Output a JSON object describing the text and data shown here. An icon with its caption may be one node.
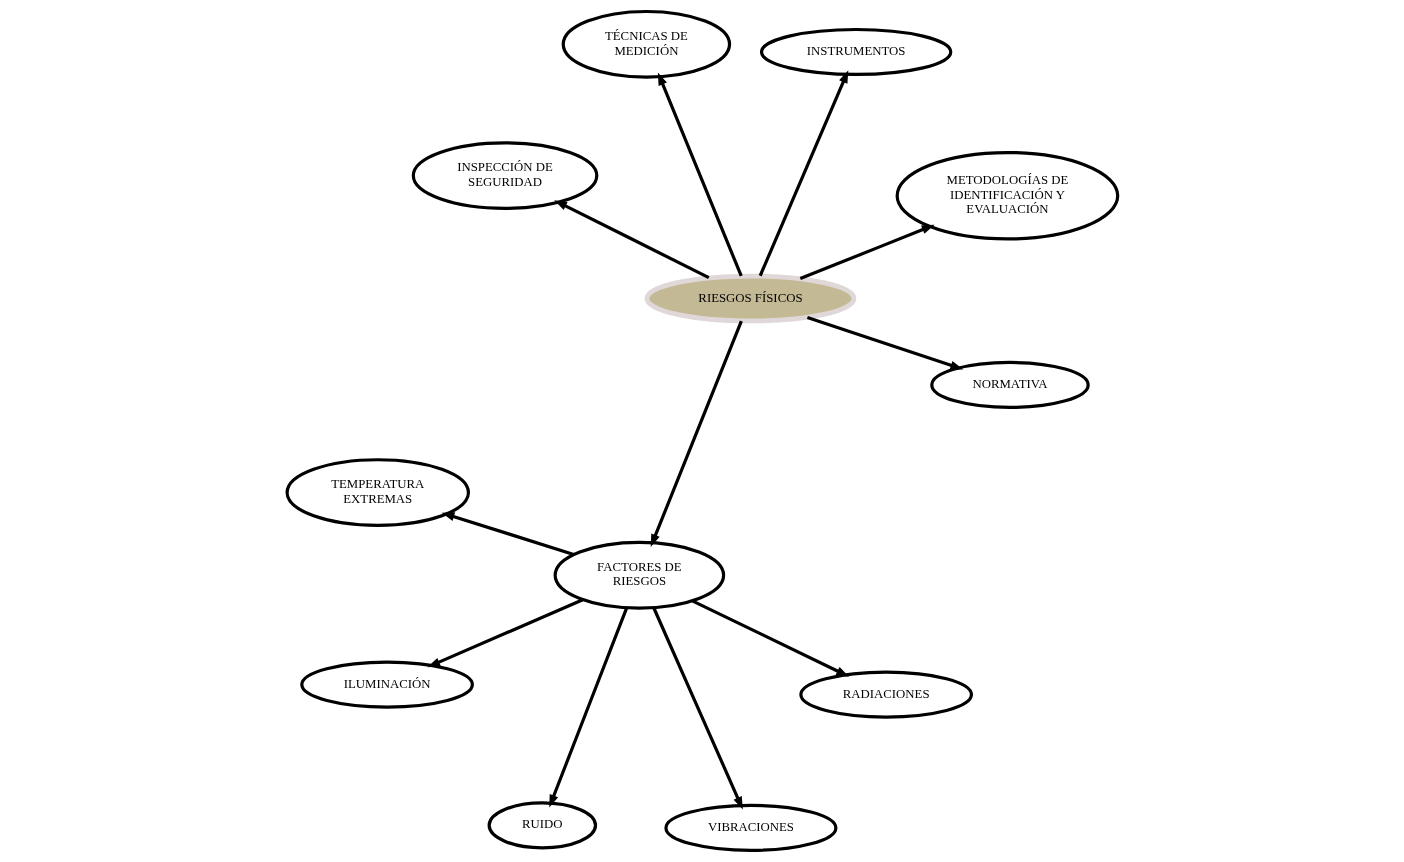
{
  "diagram": {
    "nodes": [
      {
        "text": [
          "RIESGOS FÍSICOS"
        ]
      },
      {
        "text": [
          "METODOLOGÍAS DE IDENTIFICACIÓN Y EVALUACIÓN"
        ]
      },
      {
        "text": [
          "NORMATIVA"
        ]
      },
      {
        "text": [
          "INSPECCIÓN DE SEGURIDAD"
        ]
      },
      {
        "text": [
          "INSTRUMENTOS"
        ]
      },
      {
        "text": [
          "TÉCNICAS DE MEDICIÓN"
        ]
      },
      {
        "text": [
          "FACTORES DE RIESGOS"
        ]
      },
      {
        "text": [
          "RADIACIONES"
        ]
      },
      {
        "text": [
          "TEMPERATURA EXTREMAS"
        ]
      },
      {
        "text": [
          "RUIDO"
        ]
      },
      {
        "text": [
          "VIBRACIONES"
        ]
      },
      {
        "text": [
          "ILUMINACIÓN"
        ]
      }
    ],
    "edges": [
      {
        "from": 0,
        "to": 1,
        "arrow": "to"
      },
      {
        "from": 0,
        "to": 2,
        "arrow": "to"
      },
      {
        "from": 0,
        "to": 4,
        "arrow": "to"
      },
      {
        "from": 0,
        "to": 5,
        "arrow": "to"
      },
      {
        "from": 0,
        "to": 3,
        "arrow": "to"
      },
      {
        "from": 0,
        "to": 6,
        "arrow": "to"
      },
      {
        "from": 6,
        "to": 7,
        "arrow": "to"
      },
      {
        "from": 6,
        "to": 8,
        "arrow": "to"
      },
      {
        "from": 6,
        "to": 9,
        "arrow": "to"
      },
      {
        "from": 6,
        "to": 10,
        "arrow": "to"
      },
      {
        "from": 6,
        "to": 11,
        "arrow": "to"
      }
    ]
  }
}
